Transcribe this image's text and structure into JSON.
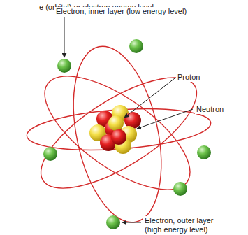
{
  "diagram": {
    "labels": [
      "e (orbital) or electron energy level.",
      "Electron, inner layer (low energy level)",
      "Proton",
      "Neutron",
      "Electron, outer layer (high energy level)"
    ]
  }
}
